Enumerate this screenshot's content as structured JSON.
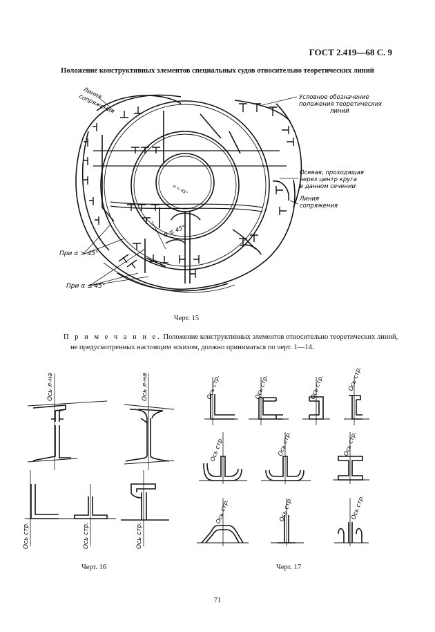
{
  "header": {
    "standard": "ГОСТ 2.419—68 С. 9"
  },
  "title": "Положение конструктивных элементов специальных судов относительно теоретических линий",
  "fig15": {
    "caption": "Черт. 15",
    "labels": {
      "line_conj_left_1": "Линия",
      "line_conj_left_2": "сопряжения",
      "conv_1": "Условное обозначение",
      "conv_2": "положения теоретических",
      "conv_3": "линий",
      "axis_1": "Осевая, проходящая",
      "axis_2": "через центр круга",
      "axis_3": "в данном сечении",
      "line_conj_right_1": "Линия",
      "line_conj_right_2": "сопряжения",
      "alpha_gt": "При α > 45°",
      "alpha_le": "При α ≤ 45°",
      "alpha_inner": "α ≤ 45°",
      "alpha_center": "α < 45°"
    }
  },
  "note": {
    "lead": "П р и м е ч а н и е.",
    "text": " Положение конструктивных элементов относительно теоретических линий, не предусмотренных настоящим эскизом, должно приниматься по черт. 1—14."
  },
  "fig16": {
    "caption": "Черт. 16",
    "labels": {
      "os_lna_1": "Ось л-на",
      "os_lna_2": "Ось л-на",
      "os_str_1": "Ось стр.",
      "os_str_2": "Ось стр.",
      "os_str_3": "Ось стр."
    }
  },
  "fig17": {
    "caption": "Черт. 17",
    "labels": {
      "os_str": "Ось стр."
    }
  },
  "page_number": "71"
}
